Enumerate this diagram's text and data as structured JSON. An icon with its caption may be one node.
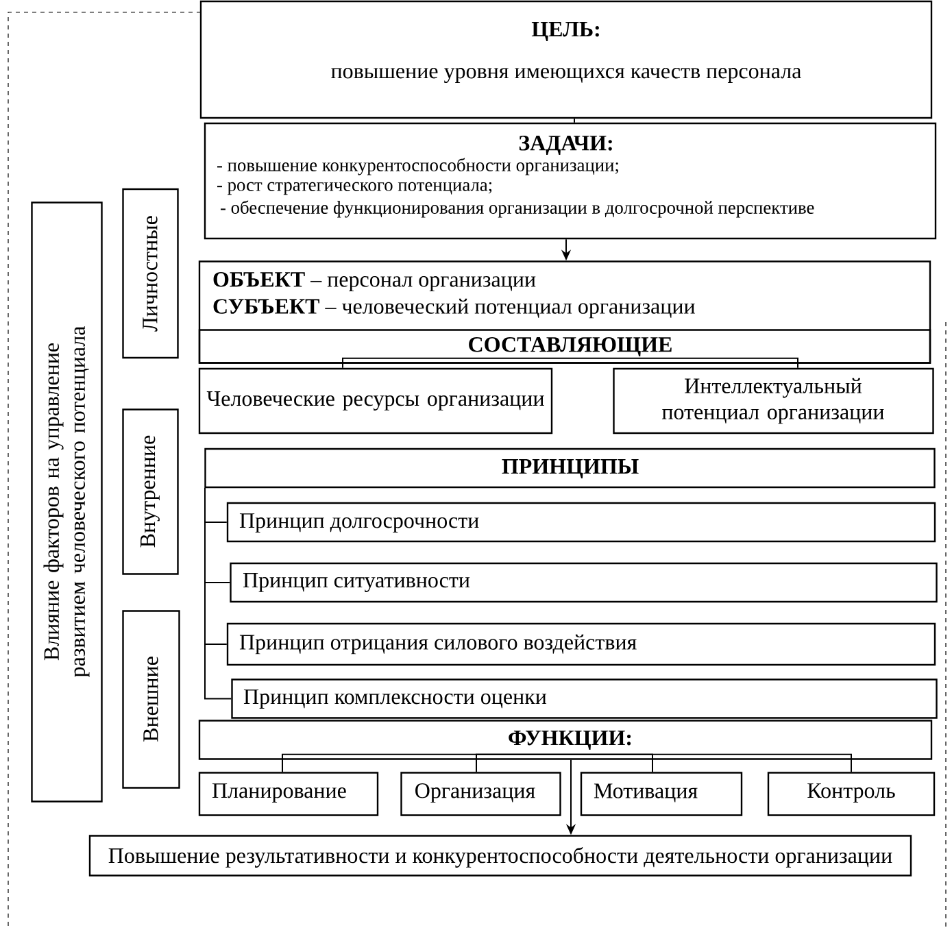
{
  "diagram": {
    "nodes": [
      {
        "text": [
          "Влияние факторов на управление развитием человеческого потенциала"
        ]
      },
      {
        "text": [
          "Личностные"
        ]
      },
      {
        "text": [
          "Внутренние"
        ]
      },
      {
        "text": [
          "Внешние"
        ]
      },
      {
        "text": [
          "ЦЕЛЬ:",
          "повышение уровня имеющихся качеств персонала"
        ]
      },
      {
        "text": [
          "ЗАДАЧИ:",
          "- повышение конкурентоспособности организации;",
          "- рост стратегического потенциала;",
          "- обеспечение функционирования организации в долгосрочной перспективе"
        ]
      },
      {
        "text": [
          "**ОБЪЕКТ** – персонал организации",
          "**СУБЪЕКТ** – человеческий потенциал организации"
        ]
      },
      {
        "text": [
          "СОСТАВЛЯЮЩИЕ"
        ],
        "in": 6
      },
      {
        "text": [
          "Человеческие ресурсы организации"
        ]
      },
      {
        "text": [
          "Интеллектуальный потенциал организации"
        ]
      },
      {
        "text": [
          "ПРИНЦИПЫ"
        ]
      },
      {
        "text": [
          "Принцип долгосрочности"
        ]
      },
      {
        "text": [
          "Принцип ситуативности"
        ]
      },
      {
        "text": [
          "Принцип отрицания силового воздействия"
        ]
      },
      {
        "text": [
          "Принцип комплексности оценки"
        ]
      },
      {
        "text": [
          "ФУНКЦИИ:"
        ]
      },
      {
        "text": [
          "Планирование"
        ]
      },
      {
        "text": [
          "Организация"
        ]
      },
      {
        "text": [
          "Мотивация"
        ]
      },
      {
        "text": [
          "Контроль"
        ]
      },
      {
        "text": [
          "Повышение результативности и конкурентоспособности деятельности организации"
        ]
      }
    ],
    "edges": [
      {
        "from": 4,
        "to": 5,
        "arrow": "none"
      },
      {
        "from": 5,
        "to": 6,
        "arrow": "to"
      },
      {
        "from": 7,
        "to": 8,
        "arrow": "none"
      },
      {
        "from": 7,
        "to": 9,
        "arrow": "none"
      },
      {
        "from": 10,
        "to": 11,
        "arrow": "none"
      },
      {
        "from": 10,
        "to": 12,
        "arrow": "none"
      },
      {
        "from": 10,
        "to": 13,
        "arrow": "none"
      },
      {
        "from": 10,
        "to": 14,
        "arrow": "none"
      },
      {
        "from": 15,
        "to": 16,
        "arrow": "none"
      },
      {
        "from": 15,
        "to": 17,
        "arrow": "none"
      },
      {
        "from": 15,
        "to": 18,
        "arrow": "none"
      },
      {
        "from": 15,
        "to": 19,
        "arrow": "none"
      },
      {
        "from": 15,
        "to": 20,
        "arrow": "to"
      }
    ]
  }
}
